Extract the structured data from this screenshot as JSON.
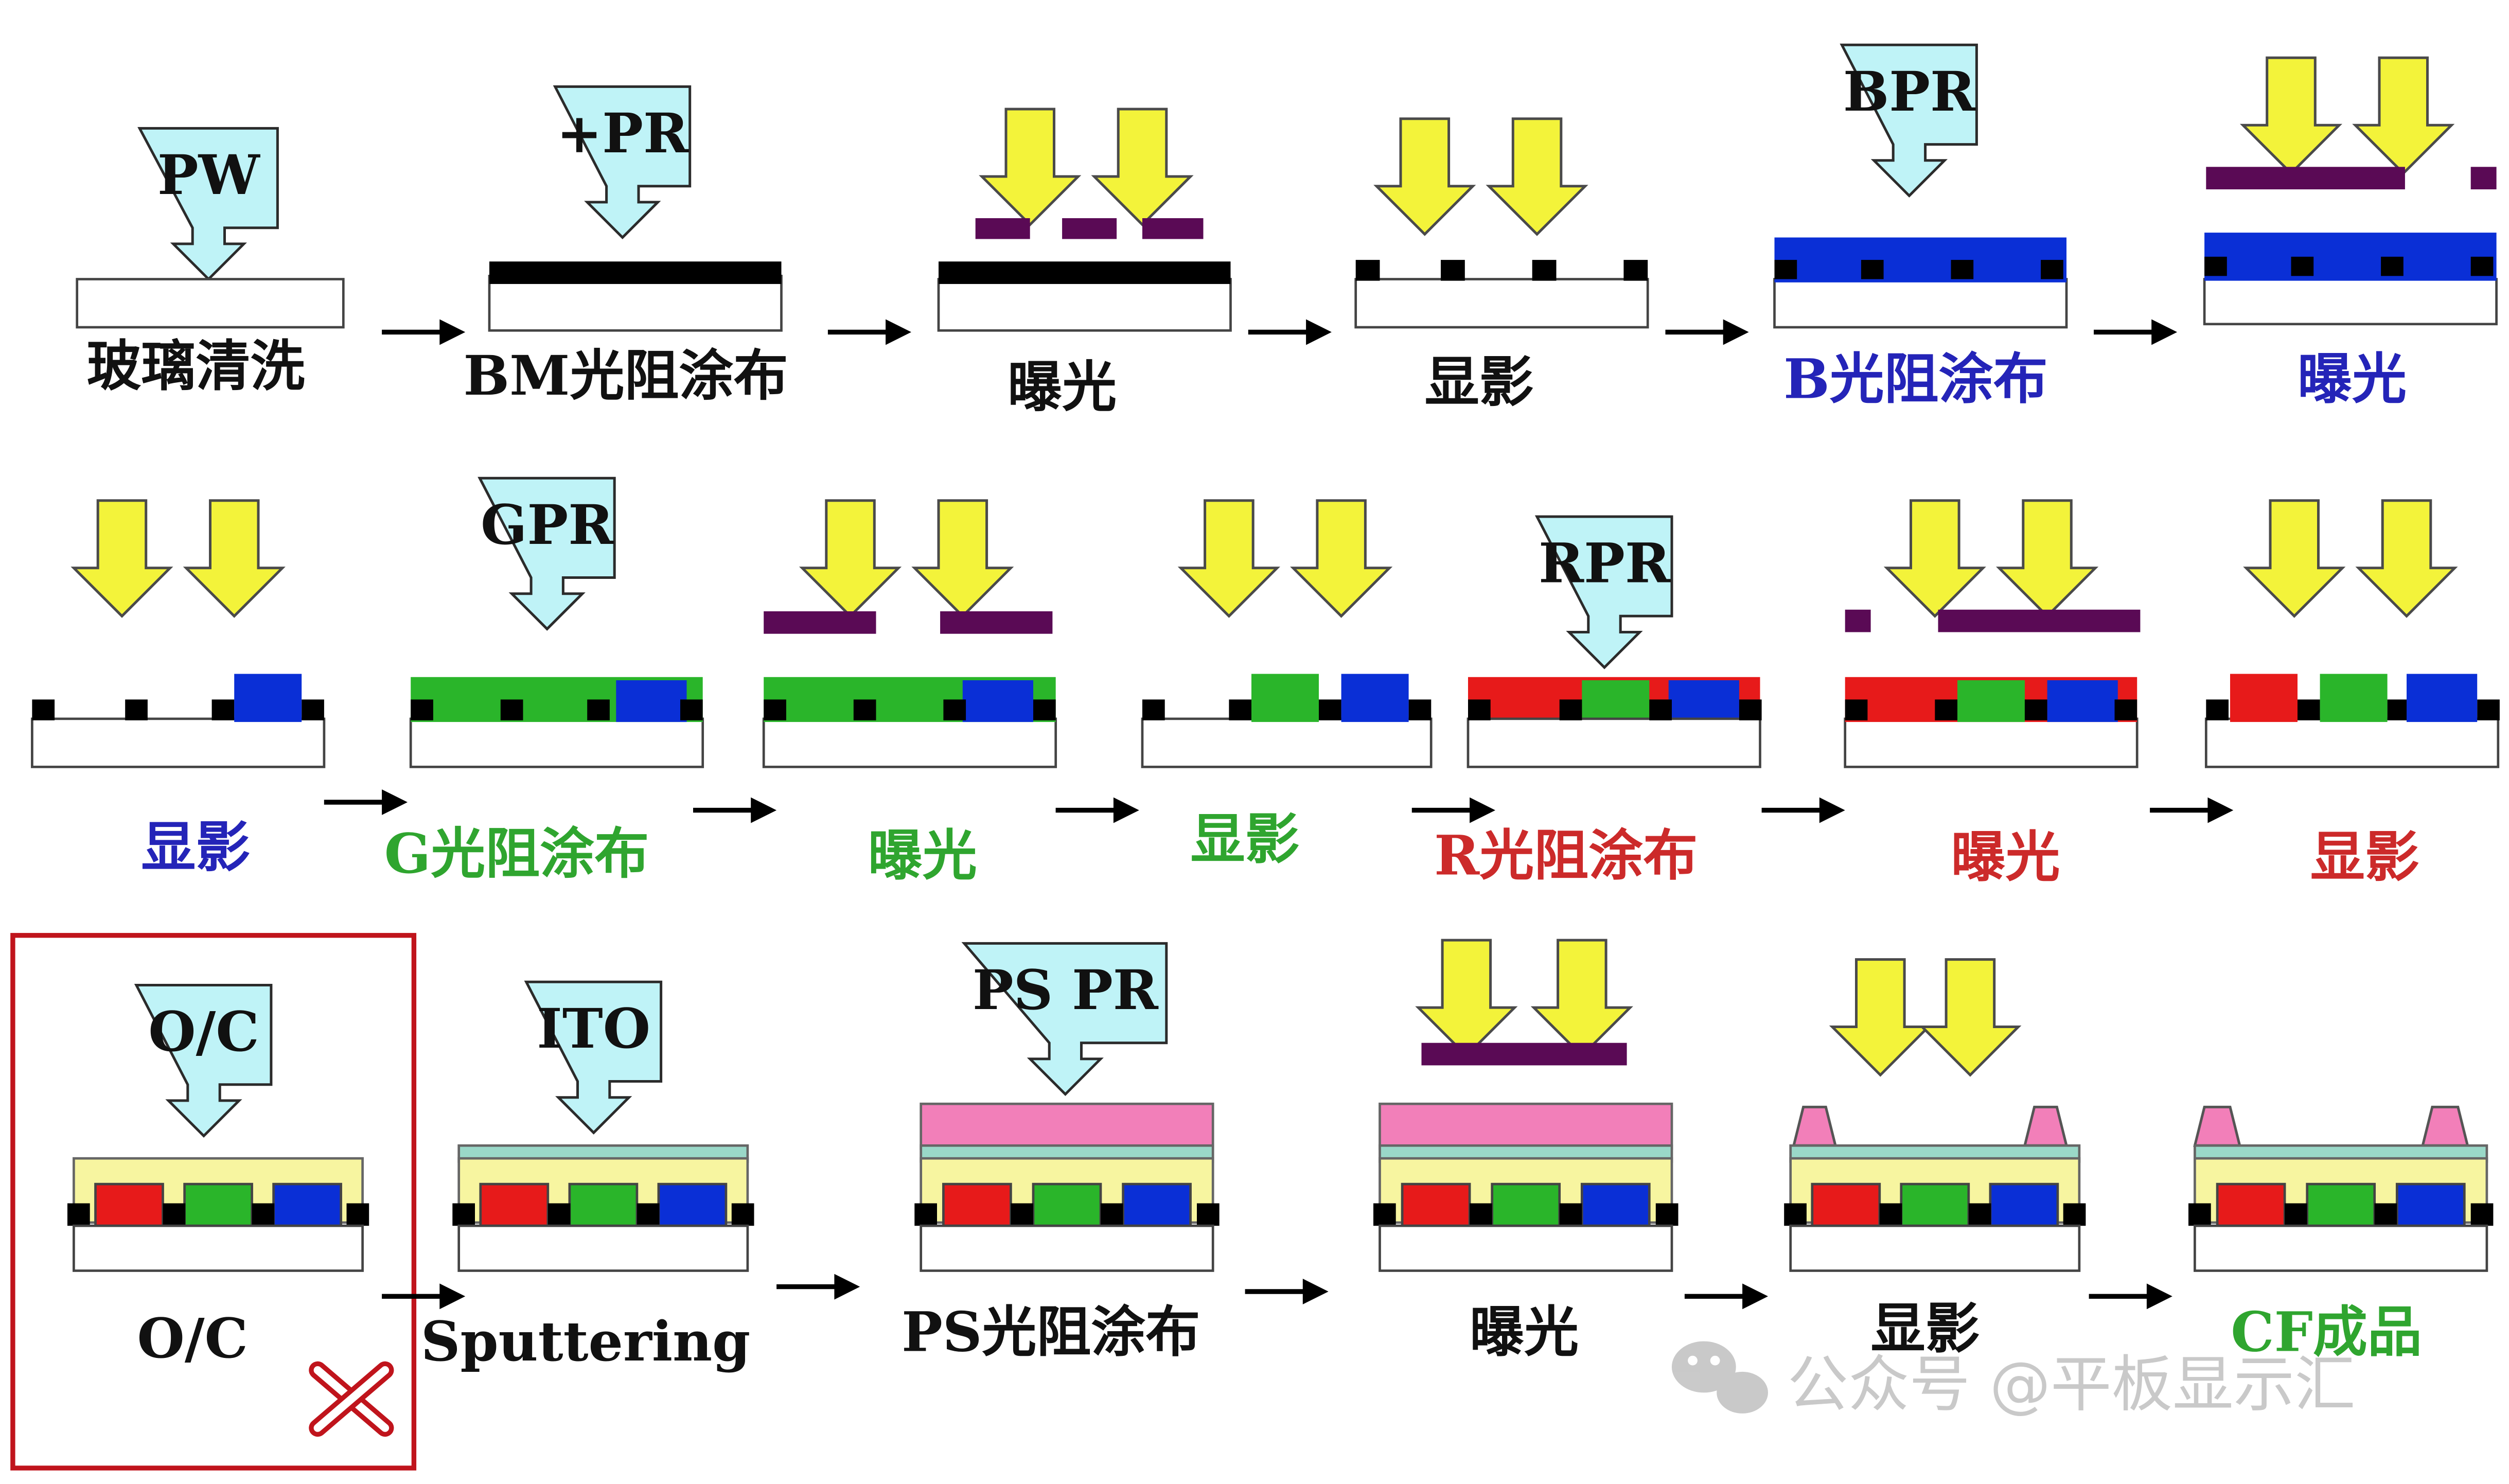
{
  "colors": {
    "glass": "#ffffff",
    "black_matrix": "#000000",
    "mask": "#5a0a55",
    "light_arrow": "#f3f33a",
    "blue_pr": "#0a2fd6",
    "green_pr": "#2ab52a",
    "red_pr": "#e71a1a",
    "overcoat": "#f7f5a0",
    "ito": "#9ad8c8",
    "ps_pr": "#f27fb9",
    "box_fill": "#bff3f7",
    "caption_dark": "#111111",
    "caption_blue": "#2424b8",
    "caption_green": "#2fa52f",
    "caption_red": "#cc2a2a",
    "highlight_frame": "#c0141c",
    "x_mark": "#c0141c",
    "watermark": "#b8b8b8"
  },
  "icons": {
    "material_box": "down-pointing-callout-icon",
    "exposure": "downward-light-arrow-icon",
    "flow": "right-arrow-icon",
    "reject": "cross-mark-icon",
    "watermark_logo": "wechat-icon"
  },
  "rows": [
    {
      "steps": [
        {
          "material": "PW",
          "caption": "玻璃清洗",
          "caption_color": "dark"
        },
        {
          "material": "+PR",
          "caption": "BM光阻涂布",
          "caption_color": "dark"
        },
        {
          "material": "",
          "caption": "曝光",
          "caption_color": "dark"
        },
        {
          "material": "",
          "caption": "显影",
          "caption_color": "dark"
        },
        {
          "material": "BPR",
          "caption": "B光阻涂布",
          "caption_color": "blue"
        },
        {
          "material": "",
          "caption": "曝光",
          "caption_color": "blue"
        }
      ]
    },
    {
      "steps": [
        {
          "material": "",
          "caption": "显影",
          "caption_color": "blue"
        },
        {
          "material": "GPR",
          "caption": "G光阻涂布",
          "caption_color": "green"
        },
        {
          "material": "",
          "caption": "曝光",
          "caption_color": "green"
        },
        {
          "material": "",
          "caption": "显影",
          "caption_color": "green"
        },
        {
          "material": "RPR",
          "caption": "R光阻涂布",
          "caption_color": "red"
        },
        {
          "material": "",
          "caption": "曝光",
          "caption_color": "red"
        },
        {
          "material": "",
          "caption": "显影",
          "caption_color": "red"
        }
      ]
    },
    {
      "steps": [
        {
          "material": "O/C",
          "caption": "O/C",
          "caption_color": "dark"
        },
        {
          "material": "ITO",
          "caption": "Sputtering",
          "caption_color": "dark"
        },
        {
          "material": "PS PR",
          "caption": "PS光阻涂布",
          "caption_color": "dark"
        },
        {
          "material": "",
          "caption": "曝光",
          "caption_color": "dark"
        },
        {
          "material": "",
          "caption": "显影",
          "caption_color": "dark"
        },
        {
          "material": "",
          "caption": "CF成品",
          "caption_color": "green"
        }
      ]
    }
  ],
  "watermark": "公众号 @平板显示汇"
}
